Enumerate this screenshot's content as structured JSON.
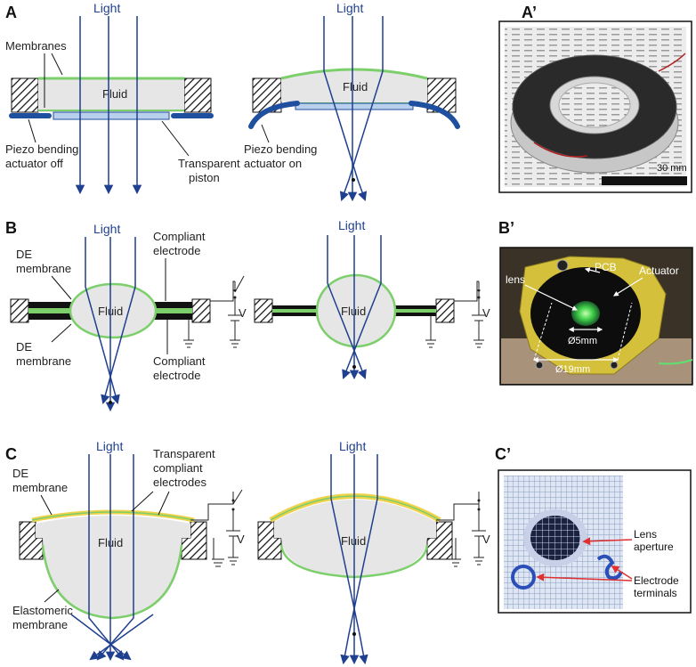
{
  "panels": {
    "a": "A",
    "a_prime": "A’",
    "b": "B",
    "b_prime": "B’",
    "c": "C",
    "c_prime": "C’"
  },
  "light_label": "Light",
  "fluid_label": "Fluid",
  "voltage_label": "V",
  "row_a": {
    "membranes": "Membranes",
    "piezo_off_1": "Piezo bending",
    "piezo_off_2": "actuator off",
    "piston_1": "Transparent",
    "piston_2": "piston",
    "piezo_on_1": "Piezo bending",
    "piezo_on_2": "actuator on"
  },
  "row_b": {
    "de_top_1": "DE",
    "de_top_2": "membrane",
    "de_bot_1": "DE",
    "de_bot_2": "membrane",
    "ce_top_1": "Compliant",
    "ce_top_2": "electrode",
    "ce_bot_1": "Compliant",
    "ce_bot_2": "electrode"
  },
  "row_c": {
    "de_1": "DE",
    "de_2": "membrane",
    "tce_1": "Transparent",
    "tce_2": "compliant",
    "tce_3": "electrodes",
    "elasto_1": "Elastomeric",
    "elasto_2": "membrane"
  },
  "photo_a": {
    "scale": "30 mm"
  },
  "photo_b": {
    "pcb": "PCB",
    "actuator": "Actuator",
    "lens": "lens",
    "d5": "Ø5mm",
    "d19": "Ø19mm"
  },
  "photo_c": {
    "ap_1": "Lens",
    "ap_2": "aperture",
    "et_1": "Electrode",
    "et_2": "terminals"
  },
  "colors": {
    "ray": "#1f3f8f",
    "membrane": "#7ccf6b",
    "fluid": "#e6e6e6",
    "piezo": "#1f4f9f",
    "electrode": "#f0d24a"
  }
}
